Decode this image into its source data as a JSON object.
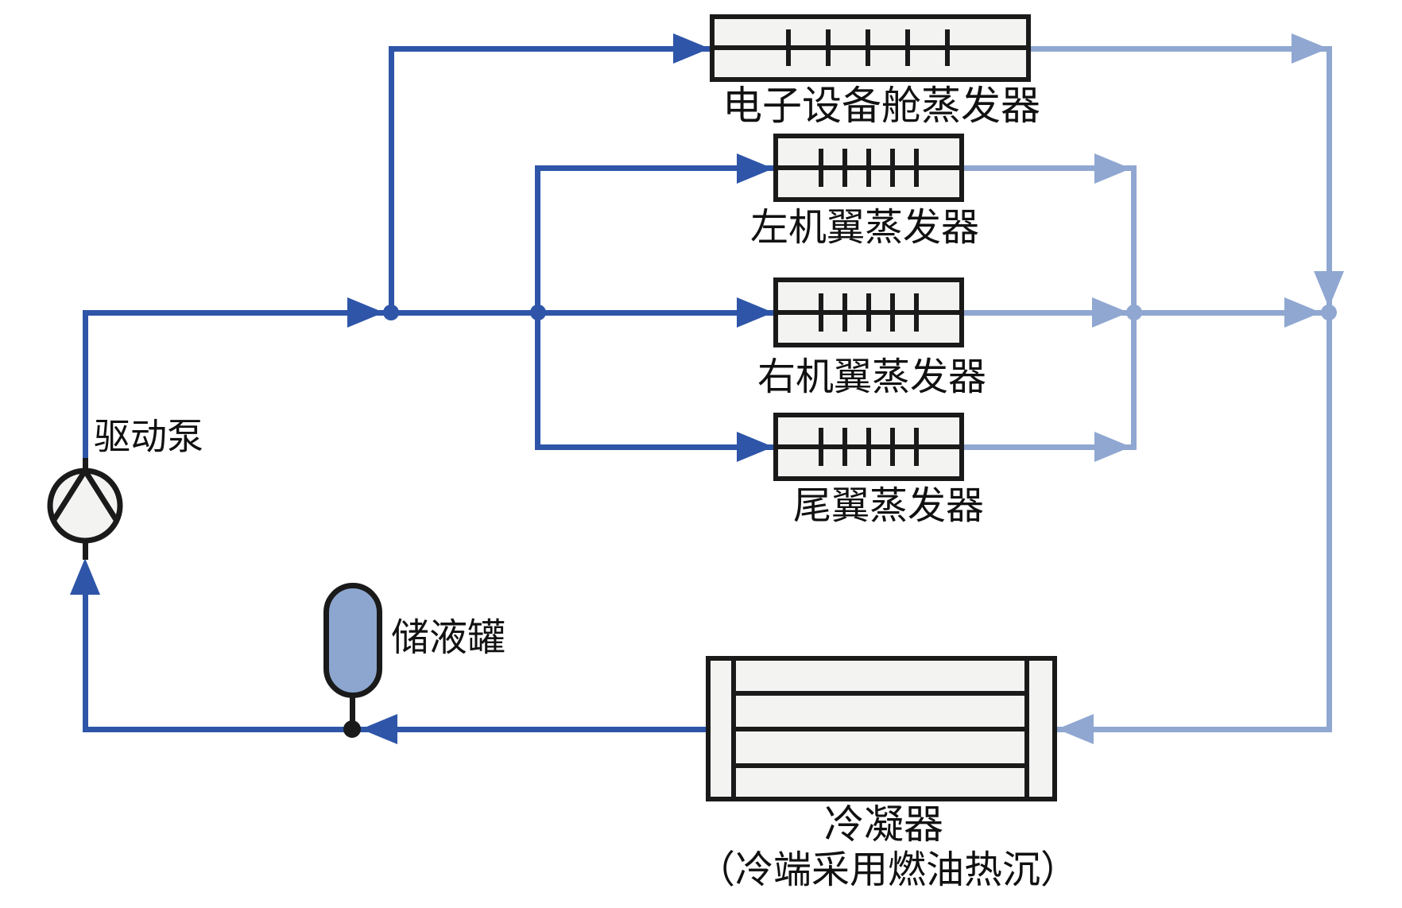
{
  "diagram": {
    "colors": {
      "supply_line": "#2e55a8",
      "return_line": "#8fa7d1",
      "outline": "#1a1a1a",
      "component_fill": "#f3f3f1",
      "reservoir_fill": "#8ca6cf",
      "text": "#111111",
      "background": "#ffffff"
    },
    "pump": {
      "label": "驱动泵"
    },
    "reservoir": {
      "label": "储液罐"
    },
    "evaporators": [
      {
        "label": "电子设备舱蒸发器"
      },
      {
        "label": "左机翼蒸发器"
      },
      {
        "label": "右机翼蒸发器"
      },
      {
        "label": "尾翼蒸发器"
      }
    ],
    "condenser": {
      "label": "冷凝器",
      "note": "（冷端采用燃油热沉）"
    }
  }
}
